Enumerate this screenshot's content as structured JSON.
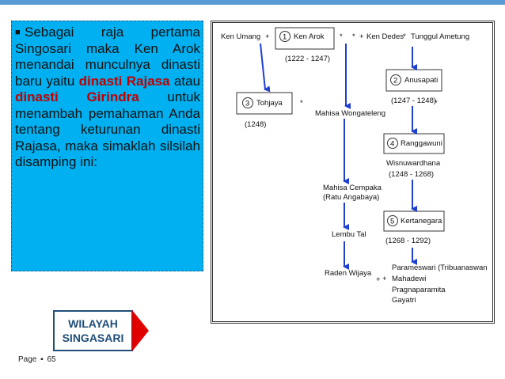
{
  "paragraph": {
    "t1": "Sebagai raja pertama Singosari maka Ken Arok menandai munculnya dinasti baru yaitu ",
    "h1": "dinasti Rajasa",
    "t2": " atau ",
    "h2": "dinasti Girindra",
    "t3": " untuk menambah pemahaman Anda tentang keturunan dinasti Rajasa, maka simaklah silsilah disamping ini:"
  },
  "tree": {
    "ken_umang": "Ken Umang",
    "plus1": "+",
    "ken_arok_num": "1",
    "ken_arok": "Ken Arok",
    "ken_arok_years": "(1222 - 1247)",
    "star1": "*",
    "star2": "*",
    "plus2": "+",
    "ken_dedes": "Ken Dedes",
    "star3": "*",
    "tunggul": "Tunggul Ametung",
    "anusapati_num": "2",
    "anusapati": "Anusapati",
    "anusapati_years": "(1247 - 1248)",
    "star4": "*",
    "tohjaya_num": "3",
    "tohjaya": "Tohjaya",
    "star5": "*",
    "tohjaya_years": "(1248)",
    "mahisa_wongateleng": "Mahisa Wongateleng",
    "ranggawuni_num": "4",
    "ranggawuni": "Ranggawuni",
    "wisnuwardhana": "Wisnuwardhana",
    "wisnu_years": "(1248 - 1268)",
    "mahisa_cempaka": "Mahisa Cempaka",
    "ratu_angabaya": "(Ratu Angabaya)",
    "kertanegara_num": "5",
    "kertanegara": "Kertanegara",
    "kertanegara_years": "(1268 - 1292)",
    "lembu_tal": "Lembu Tal",
    "raden_wijaya": "Raden Wijaya",
    "plus3": "+",
    "parameswari": "Parameswari (Tribuanaswan",
    "plus4": "+",
    "mahadewi": "Mahadewi",
    "pragnaparamita": "Pragnaparamita",
    "gayatri": "Gayatri"
  },
  "wilayah": {
    "line1": "WILAYAH",
    "line2": "SINGASARI"
  },
  "footer": {
    "page_label": "Page",
    "bullet": "▪",
    "page_number": "65"
  },
  "colors": {
    "accent": "#00b0f0",
    "highlight": "#c00000",
    "arrow": "#1f3fd1",
    "button_red": "#e00000"
  },
  "icons": {
    "bullet": "square-bullet-icon",
    "nav": "right-arrow-icon"
  }
}
